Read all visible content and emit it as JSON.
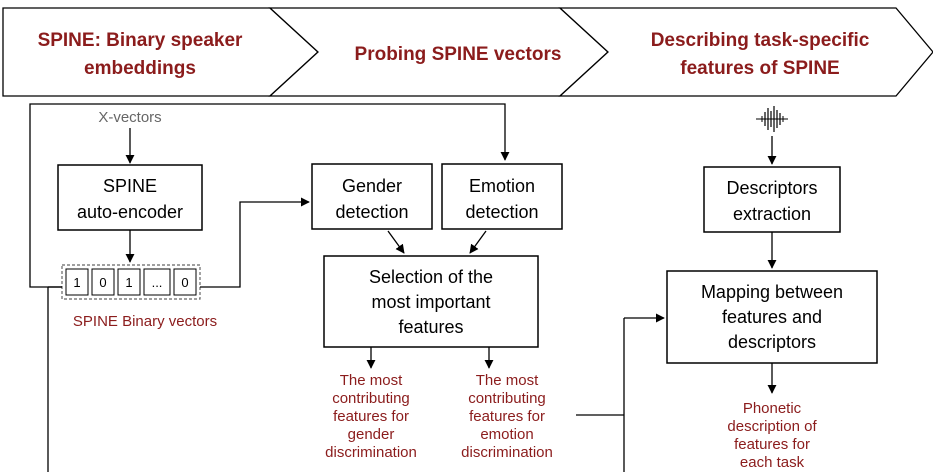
{
  "phases": [
    {
      "line1": "SPINE: Binary speaker",
      "line2": "embeddings"
    },
    {
      "line1": "Probing SPINE vectors"
    },
    {
      "line1": "Describing task-specific",
      "line2": "features of SPINE"
    }
  ],
  "xvectors_label": "X-vectors",
  "boxes": {
    "autoencoder": {
      "line1": "SPINE",
      "line2": "auto-encoder"
    },
    "gender": {
      "line1": "Gender",
      "line2": "detection"
    },
    "emotion": {
      "line1": "Emotion",
      "line2": "detection"
    },
    "selection": {
      "line1": "Selection of the",
      "line2": "most important",
      "line3": "features"
    },
    "descriptors": {
      "line1": "Descriptors",
      "line2": "extraction"
    },
    "mapping": {
      "line1": "Mapping between",
      "line2": "features and",
      "line3": "descriptors"
    }
  },
  "vector_cells": [
    "1",
    "0",
    "1",
    "...",
    "0"
  ],
  "binary_vectors_label": "SPINE Binary vectors",
  "gender_output": [
    "The most",
    "contributing",
    "features for",
    "gender",
    "discrimination"
  ],
  "emotion_output": [
    "The most",
    "contributing",
    "features for",
    "emotion",
    "discrimination"
  ],
  "phonetic_output": [
    "Phonetic",
    "description of",
    "features for",
    "each task"
  ],
  "colors": {
    "accent": "#8b1c1c",
    "muted": "#666666"
  }
}
